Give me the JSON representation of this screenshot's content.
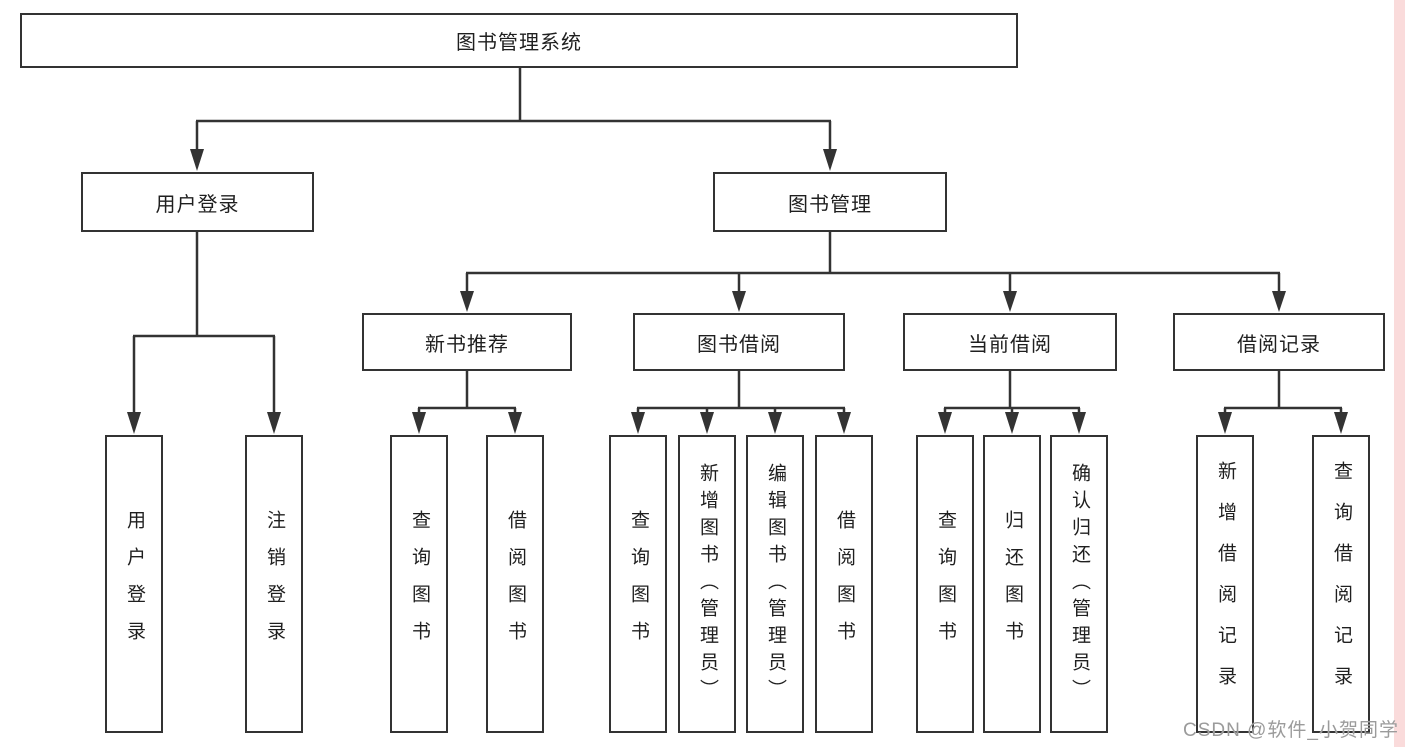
{
  "diagram": {
    "root": {
      "label": "图书管理系统"
    },
    "level2": [
      {
        "label": "用户登录"
      },
      {
        "label": "图书管理"
      }
    ],
    "level3": [
      {
        "label": "新书推荐"
      },
      {
        "label": "图书借阅"
      },
      {
        "label": "当前借阅"
      },
      {
        "label": "借阅记录"
      }
    ],
    "leaves": {
      "user_login": [
        "用户登录",
        "注销登录"
      ],
      "new_book": [
        "查询图书",
        "借阅图书"
      ],
      "book_borrowing": [
        "查询图书",
        "新增图书（管理员）",
        "编辑图书（管理员）",
        "借阅图书"
      ],
      "current_borrowing": [
        "查询图书",
        "归还图书",
        "确认归还（管理员）"
      ],
      "borrowing_records": [
        "新增借阅记录",
        "查询借阅记录"
      ]
    }
  },
  "watermark": {
    "text": "CSDN @软件_小贺同学"
  },
  "colors": {
    "line": "#333333",
    "border": "#333333",
    "text": "#1f1f1f",
    "watermark": "#9b9b9b",
    "edge_strip": "#fadbdb",
    "background": "#ffffff"
  }
}
